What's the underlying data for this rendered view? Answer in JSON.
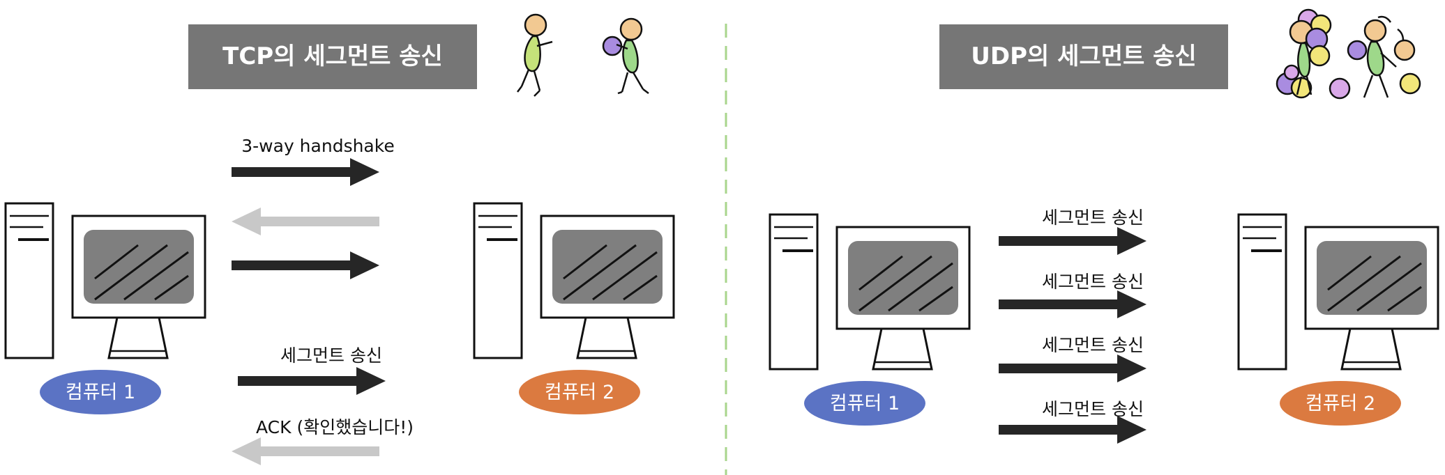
{
  "tcp": {
    "title": "TCP의 세그먼트 송신",
    "handshake_label": "3-way handshake",
    "segment_label": "세그먼트 송신",
    "ack_label": "ACK (확인했습니다!)",
    "computer1": "컴퓨터 1",
    "computer2": "컴퓨터 2"
  },
  "udp": {
    "title": "UDP의 세그먼트 송신",
    "segment_labels": [
      "세그먼트 송신",
      "세그먼트 송신",
      "세그먼트 송신",
      "세그먼트 송신"
    ],
    "computer1": "컴퓨터 1",
    "computer2": "컴퓨터 2"
  },
  "colors": {
    "title_bg": "#767676",
    "arrow_dark": "#262626",
    "arrow_light": "#c8c8c8",
    "computer1_pill": "#5b73c4",
    "computer2_pill": "#db7a40",
    "divider": "#a8d58c",
    "screen": "#7f7f7f"
  }
}
